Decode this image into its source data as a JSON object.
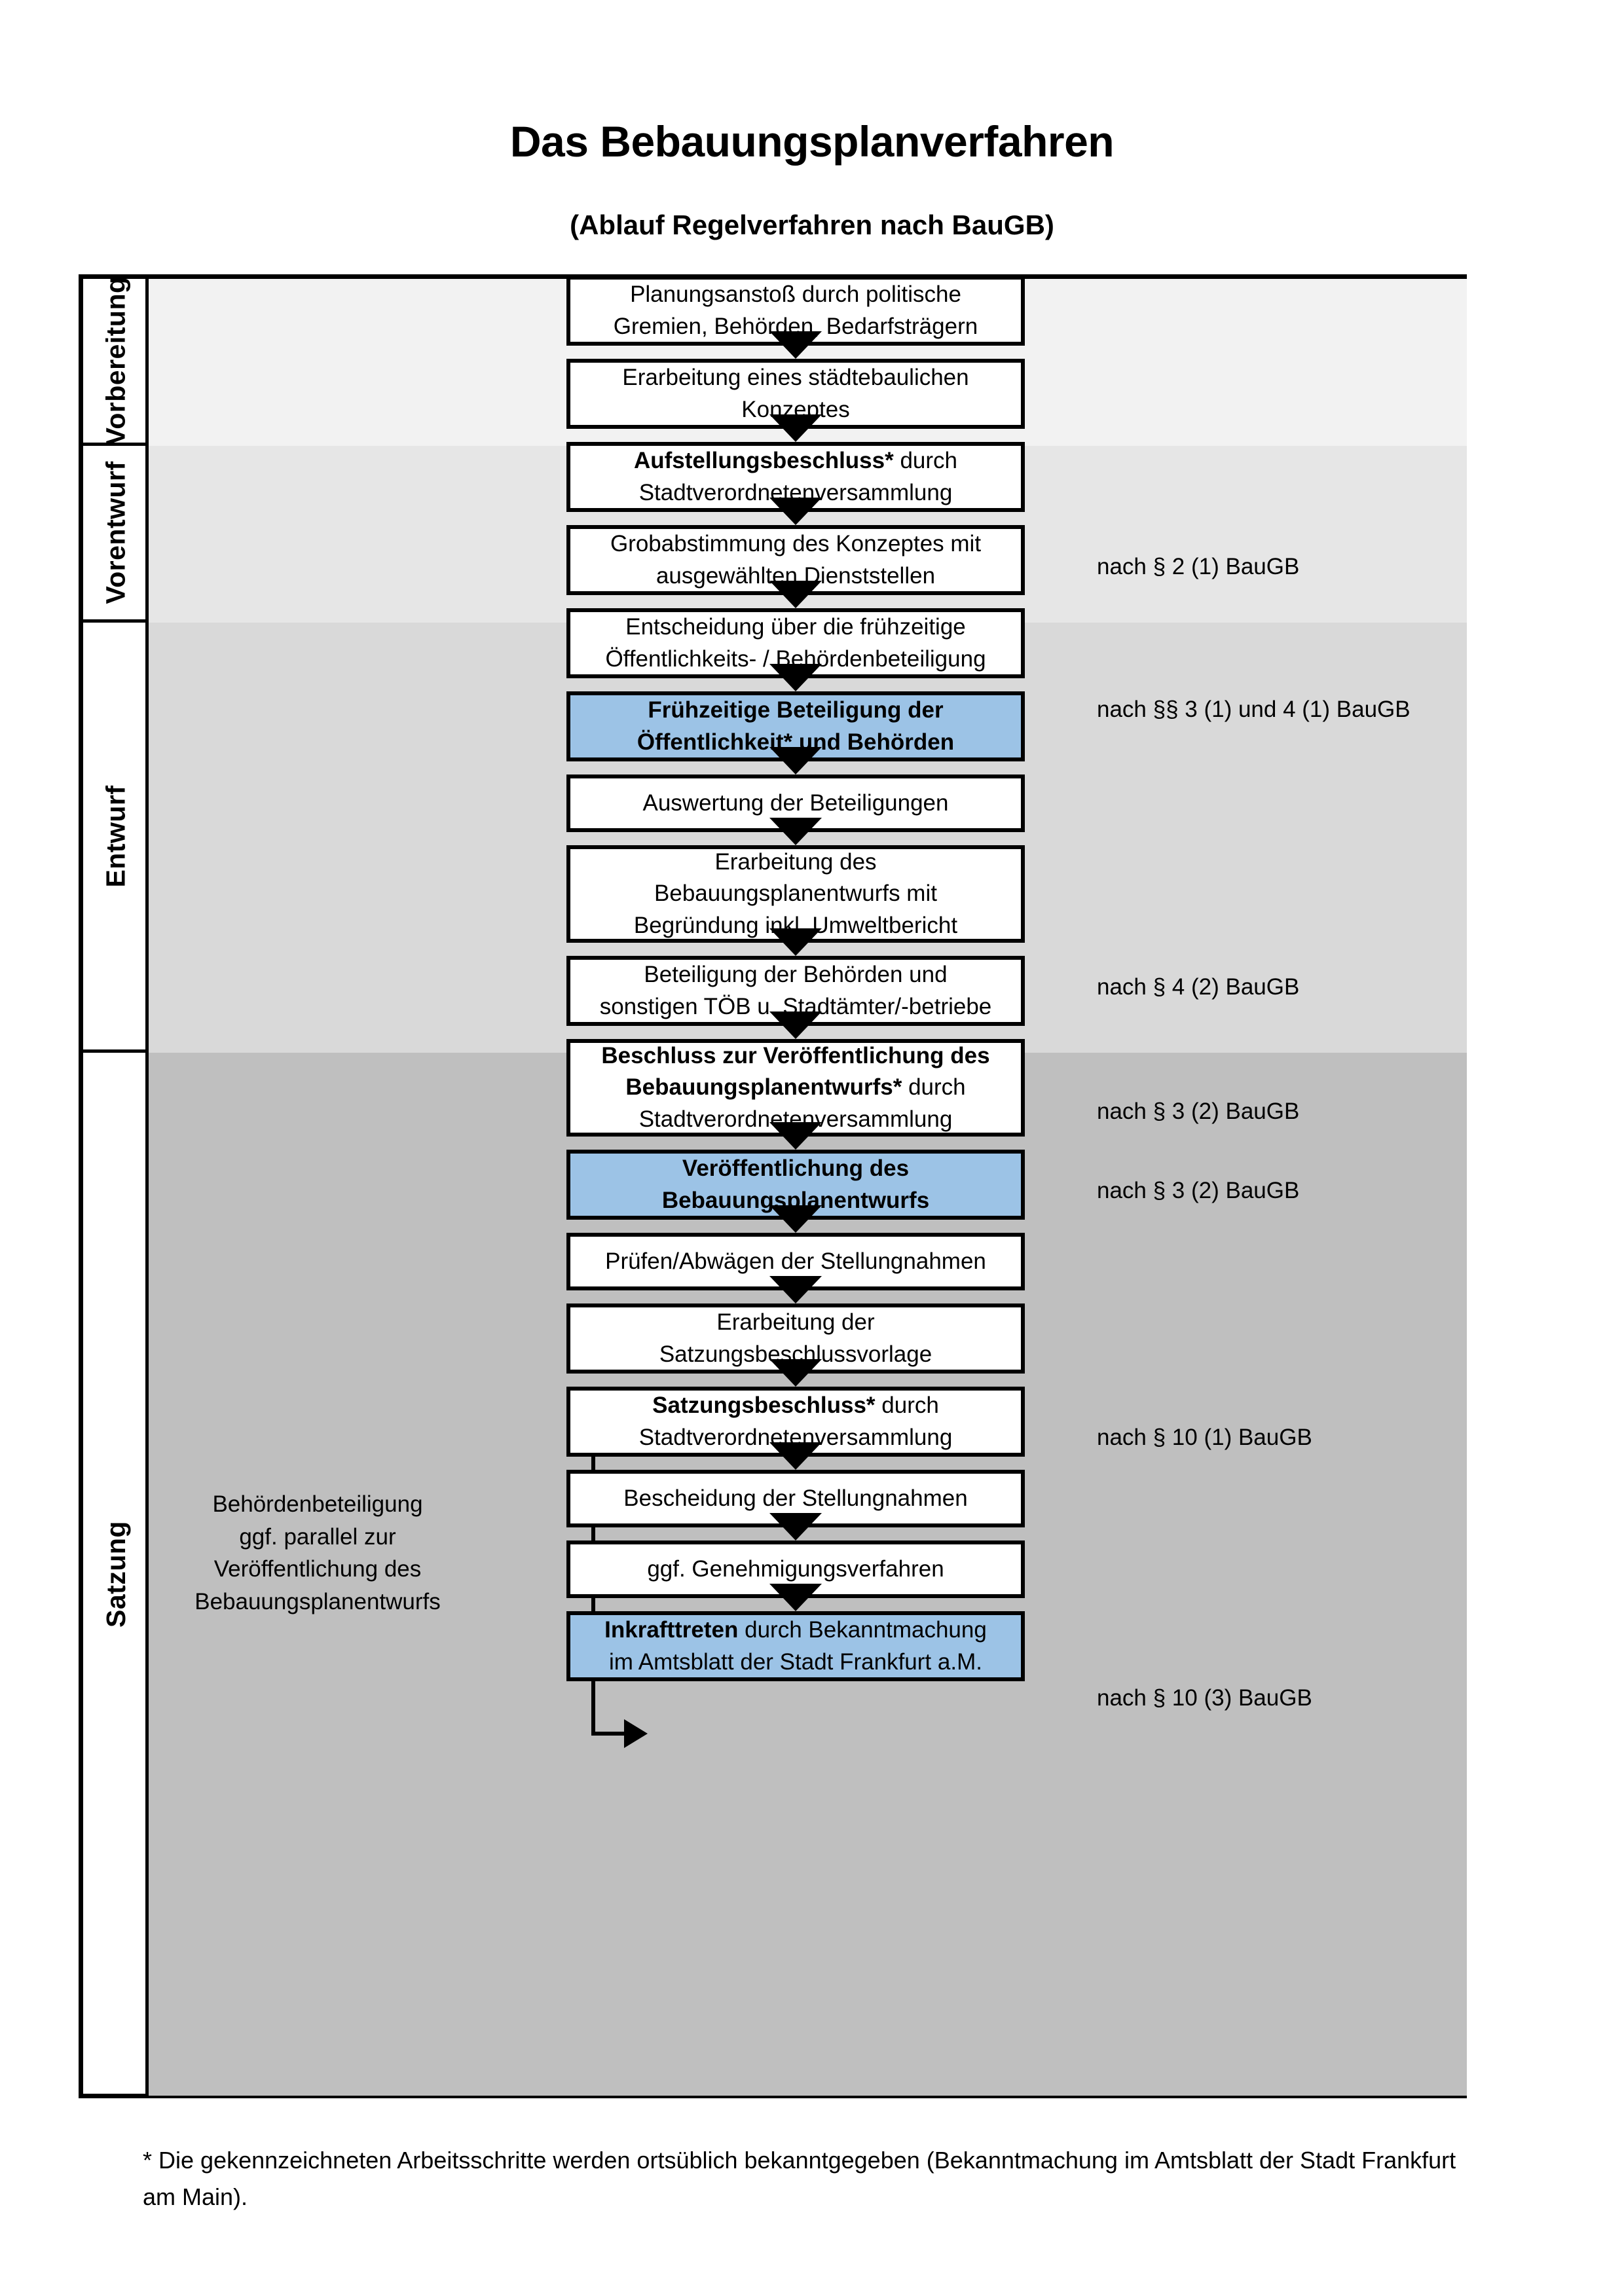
{
  "header": {
    "title": "Das Bebauungsplanverfahren",
    "subtitle": "(Ablauf Regelverfahren nach BauGB)"
  },
  "colors": {
    "highlight_box": "#9CC3E6",
    "band_vorbereitung": "#F2F2F2",
    "band_vorentwurf": "#E6E6E6",
    "band_entwurf": "#D9D9D9",
    "band_satzung": "#BFBFBF",
    "outline": "#000000"
  },
  "phases": [
    {
      "label": "Vorbereitung"
    },
    {
      "label": "Vorentwurf"
    },
    {
      "label": "Entwurf"
    },
    {
      "label": "Satzung"
    }
  ],
  "steps": [
    {
      "id": "planungsanstoss",
      "phase": "Vorbereitung",
      "highlight": false,
      "lines": [
        {
          "text": "Planungsanstoß durch politische",
          "bold": false
        },
        {
          "text": "Gremien, Behörden, Bedarfsträgern",
          "bold": false
        }
      ]
    },
    {
      "id": "konzept",
      "phase": "Vorbereitung",
      "highlight": false,
      "lines": [
        {
          "text": "Erarbeitung eines städtebaulichen",
          "bold": false
        },
        {
          "text": "Konzeptes",
          "bold": false
        }
      ]
    },
    {
      "id": "aufstellungsbeschluss",
      "phase": "Vorbereitung",
      "highlight": false,
      "lines": [
        {
          "text": "Aufstellungsbeschluss*",
          "bold": true,
          "suffix": " durch"
        },
        {
          "text": "Stadtverordnetenversammlung",
          "bold": false
        }
      ]
    },
    {
      "id": "grobabstimmung",
      "phase": "Vorentwurf",
      "highlight": false,
      "lines": [
        {
          "text": "Grobabstimmung des Konzeptes mit",
          "bold": false
        },
        {
          "text": "ausgewählten Dienststellen",
          "bold": false
        }
      ]
    },
    {
      "id": "entscheidung-fruehzeitig",
      "phase": "Vorentwurf",
      "highlight": false,
      "lines": [
        {
          "text": "Entscheidung über die frühzeitige",
          "bold": false
        },
        {
          "text": "Öffentlichkeits- / Behördenbeteiligung",
          "bold": false
        }
      ]
    },
    {
      "id": "fruehzeitige-beteiligung",
      "phase": "Vorentwurf",
      "highlight": true,
      "lines": [
        {
          "text": "Frühzeitige Beteiligung der",
          "bold": true
        },
        {
          "text": "Öffentlichkeit* und Behörden",
          "bold": true
        }
      ]
    },
    {
      "id": "auswertung",
      "phase": "Entwurf",
      "highlight": false,
      "lines": [
        {
          "text": "Auswertung der Beteiligungen",
          "bold": false
        }
      ]
    },
    {
      "id": "erarbeitung-entwurf",
      "phase": "Entwurf",
      "highlight": false,
      "lines": [
        {
          "text": "Erarbeitung des",
          "bold": false
        },
        {
          "text": "Bebauungsplanentwurfs mit",
          "bold": false
        },
        {
          "text": "Begründung inkl. Umweltbericht",
          "bold": false
        }
      ]
    },
    {
      "id": "beteiligung-behoerden",
      "phase": "Entwurf",
      "highlight": false,
      "lines": [
        {
          "text": "Beteiligung der Behörden und",
          "bold": false
        },
        {
          "text": "sonstigen TÖB u. Stadtämter/-betriebe",
          "bold": false
        }
      ]
    },
    {
      "id": "beschluss-veroeffentlichung",
      "phase": "Entwurf",
      "highlight": false,
      "lines": [
        {
          "text": "Beschluss zur Veröffentlichung des",
          "bold": true
        },
        {
          "text": "Bebauungsplanentwurfs*",
          "bold": true,
          "suffix": " durch"
        },
        {
          "text": "Stadtverordnetenversammlung",
          "bold": false
        }
      ]
    },
    {
      "id": "veroeffentlichung",
      "phase": "Entwurf",
      "highlight": true,
      "lines": [
        {
          "text": "Veröffentlichung des",
          "bold": true
        },
        {
          "text": "Bebauungsplanentwurfs",
          "bold": true
        }
      ]
    },
    {
      "id": "pruefen-abwaegen",
      "phase": "Satzung",
      "highlight": false,
      "lines": [
        {
          "text": "Prüfen/Abwägen der Stellungnahmen",
          "bold": false
        }
      ]
    },
    {
      "id": "erarbeitung-satzungsvorlage",
      "phase": "Satzung",
      "highlight": false,
      "lines": [
        {
          "text": "Erarbeitung der",
          "bold": false
        },
        {
          "text": "Satzungsbeschlussvorlage",
          "bold": false
        }
      ]
    },
    {
      "id": "satzungsbeschluss",
      "phase": "Satzung",
      "highlight": false,
      "lines": [
        {
          "text": "Satzungsbeschluss*",
          "bold": true,
          "suffix": " durch"
        },
        {
          "text": "Stadtverordnetenversammlung",
          "bold": false
        }
      ]
    },
    {
      "id": "bescheidung",
      "phase": "Satzung",
      "highlight": false,
      "lines": [
        {
          "text": "Bescheidung der Stellungnahmen",
          "bold": false
        }
      ]
    },
    {
      "id": "genehmigungsverfahren",
      "phase": "Satzung",
      "highlight": false,
      "lines": [
        {
          "text": "ggf. Genehmigungsverfahren",
          "bold": false
        }
      ]
    },
    {
      "id": "inkrafttreten",
      "phase": "Satzung",
      "highlight": true,
      "lines": [
        {
          "text": "Inkrafttreten",
          "bold": true,
          "suffix": " durch Bekanntmachung"
        },
        {
          "text": "im Amtsblatt der Stadt Frankfurt a.M.",
          "bold": false
        }
      ]
    }
  ],
  "legal_refs": [
    {
      "id": "ref-2-1",
      "text": "nach § 2 (1) BauGB"
    },
    {
      "id": "ref-3-1-4-1",
      "text": "nach §§ 3 (1) und 4 (1) BauGB"
    },
    {
      "id": "ref-4-2",
      "text": "nach § 4 (2) BauGB"
    },
    {
      "id": "ref-3-2a",
      "text": "nach § 3 (2) BauGB"
    },
    {
      "id": "ref-3-2b",
      "text": "nach § 3 (2) BauGB"
    },
    {
      "id": "ref-10-1",
      "text": "nach § 10 (1) BauGB"
    },
    {
      "id": "ref-10-3",
      "text": "nach § 10 (3) BauGB"
    }
  ],
  "side_note": {
    "lines": [
      "Behördenbeteiligung",
      "ggf. parallel zur",
      "Veröffentlichung des",
      "Bebauungsplanentwurfs"
    ]
  },
  "footnote": {
    "text": "* Die gekennzeichneten Arbeitsschritte werden ortsüblich bekanntgegeben (Bekanntmachung im Amtsblatt  der Stadt Frankfurt am Main)."
  }
}
